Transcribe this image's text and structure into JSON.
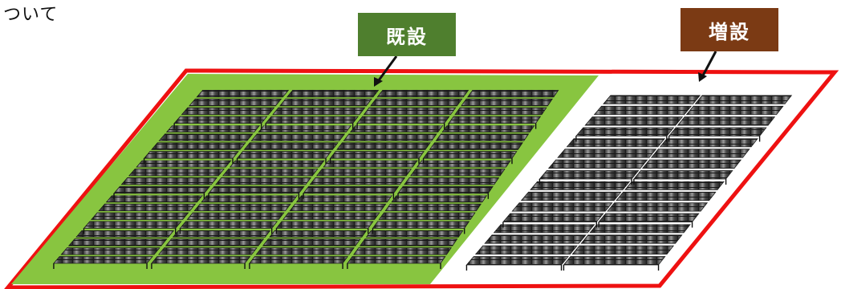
{
  "header": {
    "text": "ついて"
  },
  "labels": {
    "existing": "既設",
    "expansion": "増設"
  },
  "colors": {
    "site_border": "#ee1111",
    "existing_area": "#88c540",
    "existing_label_bg": "#4f7f2e",
    "expansion_label_bg": "#7b3a14",
    "panel_dark": "#2b2b2b",
    "panel_light": "#8a8a8a",
    "arrow": "#111111"
  },
  "icons": {
    "existing_panels": "solar-panel-array-icon",
    "expansion_panels": "solar-panel-array-icon"
  }
}
